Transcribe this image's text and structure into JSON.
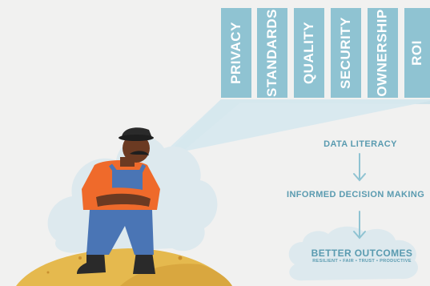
{
  "pillars": [
    {
      "label": "PRIVACY"
    },
    {
      "label": "STANDARDS"
    },
    {
      "label": "QUALITY"
    },
    {
      "label": "SECURITY"
    },
    {
      "label": "OWNERSHIP"
    },
    {
      "label": "ROI"
    }
  ],
  "flow": {
    "step1": "DATA LITERACY",
    "step2": "INFORMED DECISION MAKING",
    "step3": "BETTER OUTCOMES",
    "step3_subtitle": "RESILIENT • FAIR • TRUST • PRODUCTIVE"
  },
  "colors": {
    "background": "#f1f1f0",
    "pillar": "#8fc3d2",
    "beam": "#cfe3ea",
    "cloud": "#dde9ee",
    "text": "#5a9bb0"
  }
}
